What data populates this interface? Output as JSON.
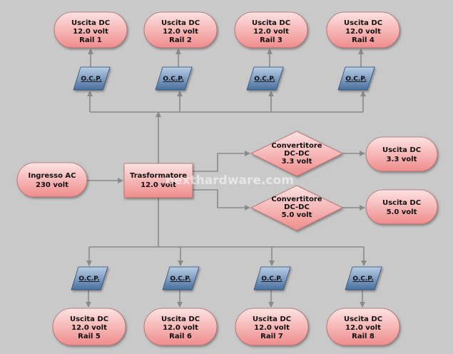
{
  "rails_top": [
    {
      "lines": [
        "Uscita DC",
        "12.0 volt",
        "Rail 1"
      ]
    },
    {
      "lines": [
        "Uscita DC",
        "12.0 volt",
        "Rail 2"
      ]
    },
    {
      "lines": [
        "Uscita DC",
        "12.0 volt",
        "Rail 3"
      ]
    },
    {
      "lines": [
        "Uscita DC",
        "12.0 volt",
        "Rail 4"
      ]
    }
  ],
  "rails_bottom": [
    {
      "lines": [
        "Uscita DC",
        "12.0 volt",
        "Rail 5"
      ]
    },
    {
      "lines": [
        "Uscita DC",
        "12.0 volt",
        "Rail 6"
      ]
    },
    {
      "lines": [
        "Uscita DC",
        "12.0 volt",
        "Rail 7"
      ]
    },
    {
      "lines": [
        "Uscita DC",
        "12.0 volt",
        "Rail 8"
      ]
    }
  ],
  "ocp_label": "O.C.P.",
  "input": {
    "lines": [
      "Ingresso AC",
      "230 volt"
    ]
  },
  "transformer": {
    "lines": [
      "Trasformatore",
      "12.0 volt"
    ]
  },
  "converters": [
    {
      "lines": [
        "Convertitore",
        "DC-DC",
        "3.3 volt"
      ]
    },
    {
      "lines": [
        "Convertitore",
        "DC-DC",
        "5.0 volt"
      ]
    }
  ],
  "outputs_small": [
    {
      "lines": [
        "Uscita DC",
        "3.3 volt"
      ]
    },
    {
      "lines": [
        "Uscita DC",
        "5.0 volt"
      ]
    }
  ],
  "watermark": "nexthardware.com",
  "colors": {
    "background": "#c9c9c9",
    "node_fill_top": "#fde2e2",
    "node_fill_bottom": "#ef8c8c",
    "ocp_fill_top": "#b9cde6",
    "ocp_fill_bottom": "#49709f",
    "connector": "#8a8a8a"
  }
}
